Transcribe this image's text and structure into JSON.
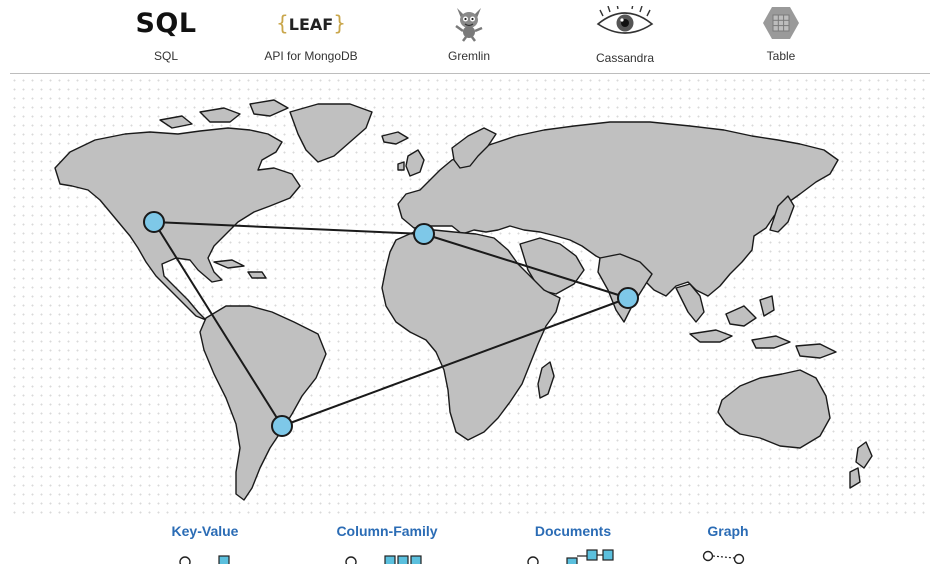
{
  "apis": [
    {
      "logo_text": "SQL",
      "label": "SQL",
      "icon": "sql-wordmark"
    },
    {
      "logo_text": "LEAF",
      "label": "API for MongoDB",
      "icon": "leaf-logo"
    },
    {
      "logo_text": "",
      "label": "Gremlin",
      "icon": "gremlin-mascot-icon"
    },
    {
      "logo_text": "",
      "label": "Cassandra",
      "icon": "eye-icon"
    },
    {
      "logo_text": "",
      "label": "Table",
      "icon": "hexagon-grid-icon"
    }
  ],
  "map": {
    "land_color": "#c0c0c0",
    "node_color": "#7ec8e8",
    "nodes": [
      "north-america",
      "north-africa",
      "south-asia",
      "south-america"
    ]
  },
  "models": [
    {
      "label": "Key-Value",
      "icon": "key-value-icon"
    },
    {
      "label": "Column-Family",
      "icon": "column-family-icon"
    },
    {
      "label": "Documents",
      "icon": "documents-icon"
    },
    {
      "label": "Graph",
      "icon": "graph-icon"
    }
  ],
  "colors": {
    "accent": "#2b6cb5",
    "node_fill": "#7ec8e8",
    "icon_fill": "#5bc0de"
  }
}
